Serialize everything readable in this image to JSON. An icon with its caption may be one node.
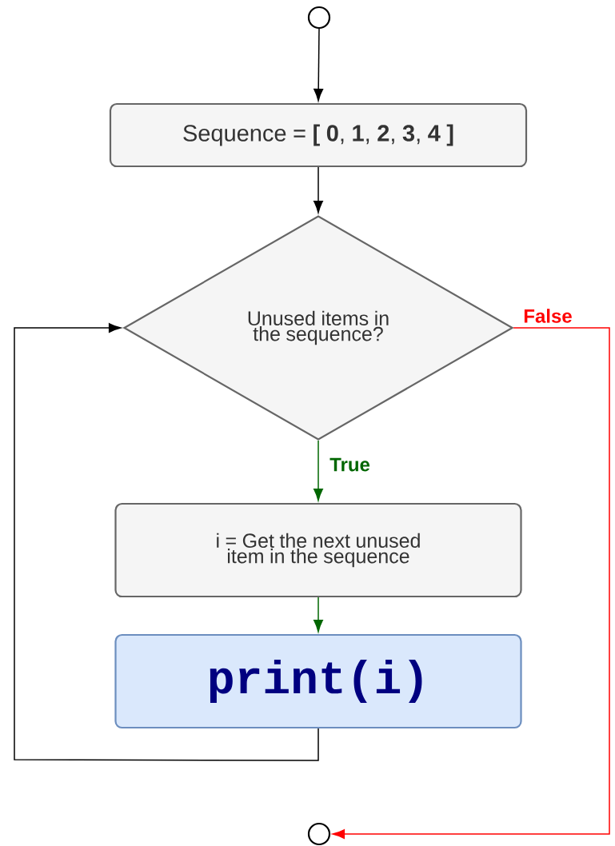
{
  "diagram": {
    "nodes": [
      {
        "text": [],
        "shape": "circle"
      },
      {
        "text": [
          "Sequence = **[ 0**, **1**, **2**, **3**, **4 ]**"
        ]
      },
      {
        "text": [
          "Unused items in the sequence?"
        ]
      },
      {
        "text": [
          "i = Get the next unused item in the sequence"
        ]
      },
      {
        "text": [
          "print(i)"
        ]
      },
      {
        "text": [],
        "shape": "circle"
      }
    ],
    "edges": [
      {
        "from": 0,
        "to": 1,
        "arrow": "to"
      },
      {
        "from": 1,
        "to": 2,
        "arrow": "to"
      },
      {
        "from": 2,
        "to": 3,
        "arrow": "to",
        "label": "True",
        "color": "#006600"
      },
      {
        "from": 3,
        "to": 4,
        "arrow": "to",
        "color": "#006600"
      },
      {
        "from": 4,
        "to": 2,
        "arrow": "to"
      },
      {
        "from": 2,
        "to": 5,
        "arrow": "to",
        "label": "False",
        "color": "#ff0000"
      }
    ]
  }
}
